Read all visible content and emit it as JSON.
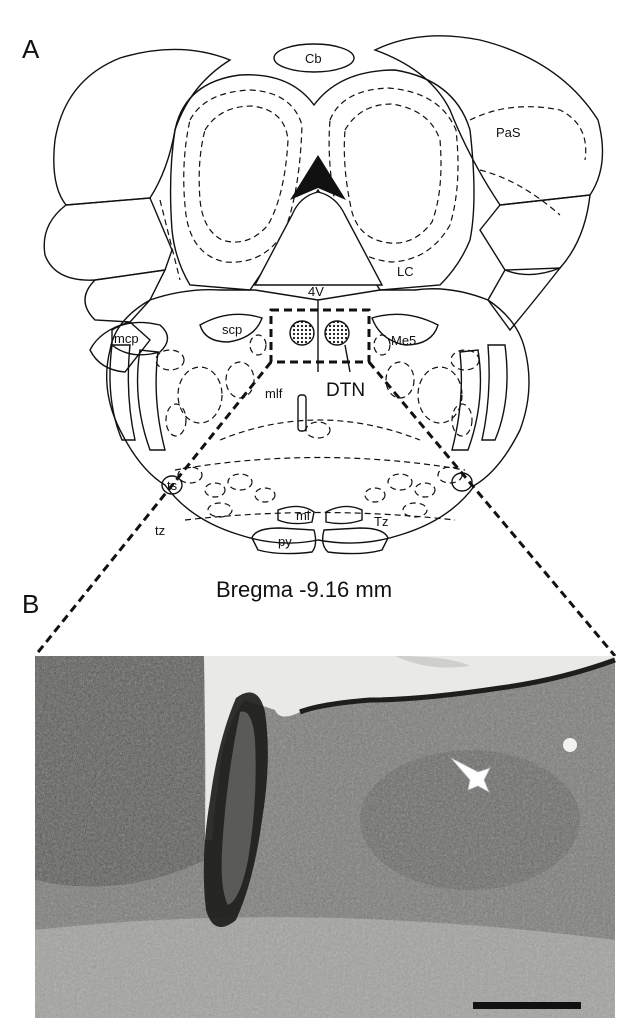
{
  "panels": {
    "a": "A",
    "b": "B"
  },
  "labels": {
    "cb": "Cb",
    "pas": "PaS",
    "lc": "LC",
    "v4": "4V",
    "mcp": "mcp",
    "scp": "scp",
    "me5": "Me5",
    "mlf": "mlf",
    "dtn": "DTN",
    "ts": "ts",
    "tz_lower": "tz",
    "ml": "ml",
    "tz_upper": "Tz",
    "py": "py"
  },
  "caption": "Bregma -9.16 mm",
  "colors": {
    "line": "#111111",
    "ventricle": "#e9e9e6",
    "tissue_dark": "#4a4a48",
    "tissue_mid": "#7a7a76"
  },
  "icons": {
    "arrow": "white-arrow-icon",
    "scale_bar": "scale-bar"
  }
}
